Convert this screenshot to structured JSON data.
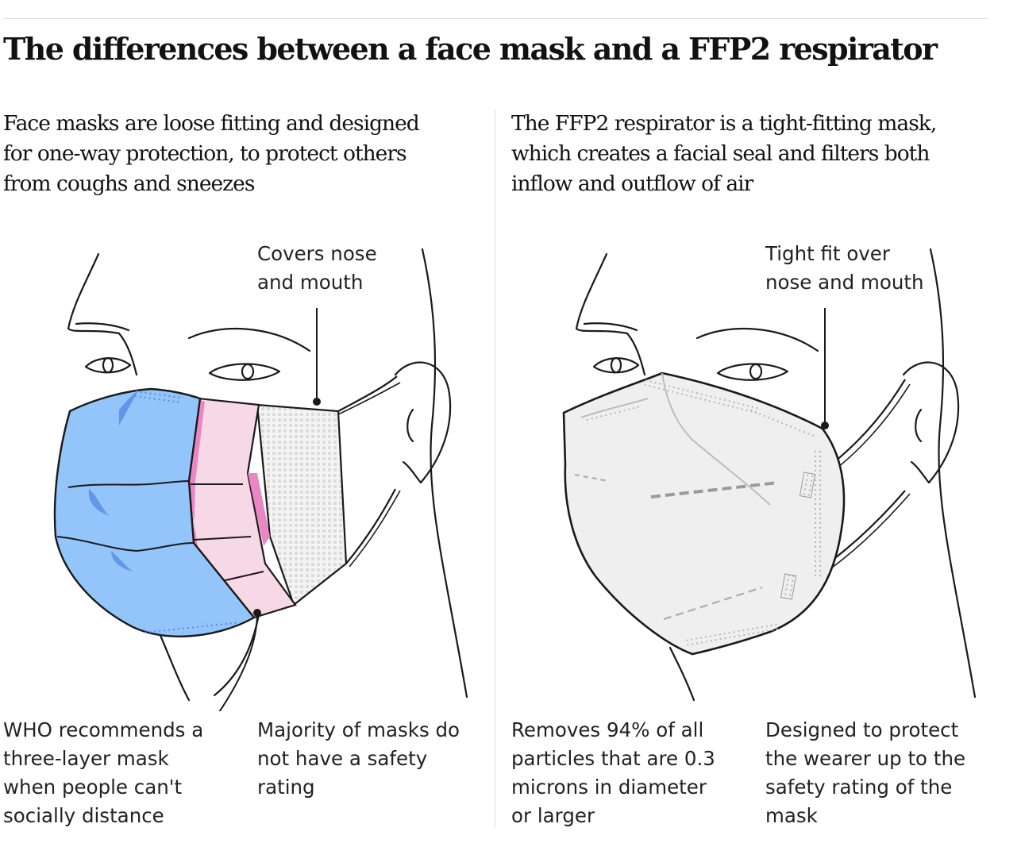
{
  "title": "The differences between a face mask and a FFP2 respirator",
  "left": {
    "intro_lines": [
      "Face masks are loose fitting and designed",
      "for one-way protection, to protect others",
      "from coughs and sneezes"
    ],
    "callout_top_lines": [
      "Covers nose",
      "and mouth"
    ],
    "callout_bottom_left_lines": [
      "WHO recommends a",
      "three-layer mask",
      "when people can't",
      "socially distance"
    ],
    "callout_bottom_right_lines": [
      "Majority of masks do",
      "not have a safety",
      "rating"
    ]
  },
  "right": {
    "intro_lines": [
      "The FFP2 respirator is a tight-fitting mask,",
      "which creates a facial seal and filters both",
      "inflow and outflow of air"
    ],
    "callout_top_lines": [
      "Tight fit over",
      "nose and mouth"
    ],
    "callout_bottom_left_lines": [
      "Removes 94% of all",
      "particles that are 0.3",
      "microns in diameter",
      "or larger"
    ],
    "callout_bottom_right_lines": [
      "Designed to protect",
      "the wearer up to the",
      "safety rating of the",
      "mask"
    ]
  },
  "colors": {
    "mask_blue": "#93c5fb",
    "mask_blue_dark": "#5f98ea",
    "mask_pink": "#f7d8e6",
    "mask_pink_dark": "#ea86c4",
    "mask_white": "#f2f2f2",
    "respirator_grey": "#efefef",
    "outline": "#1a1a1a",
    "rule": "#dcdcdc"
  }
}
